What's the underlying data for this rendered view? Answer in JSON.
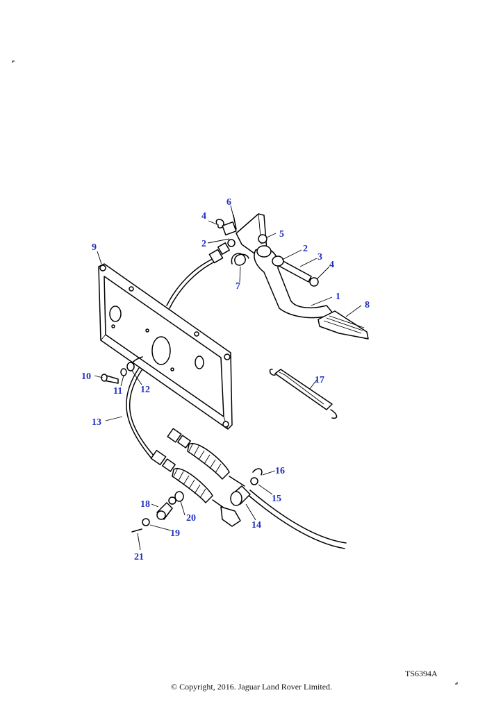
{
  "diagram": {
    "part_callouts": [
      "1",
      "2",
      "2",
      "3",
      "4",
      "4",
      "5",
      "6",
      "7",
      "8",
      "9",
      "10",
      "11",
      "12",
      "13",
      "14",
      "15",
      "16",
      "17",
      "18",
      "19",
      "20",
      "21"
    ]
  },
  "footer": {
    "reference_code": "TS6394A",
    "copyright": "© Copyright, 2016. Jaguar Land Rover Limited."
  }
}
